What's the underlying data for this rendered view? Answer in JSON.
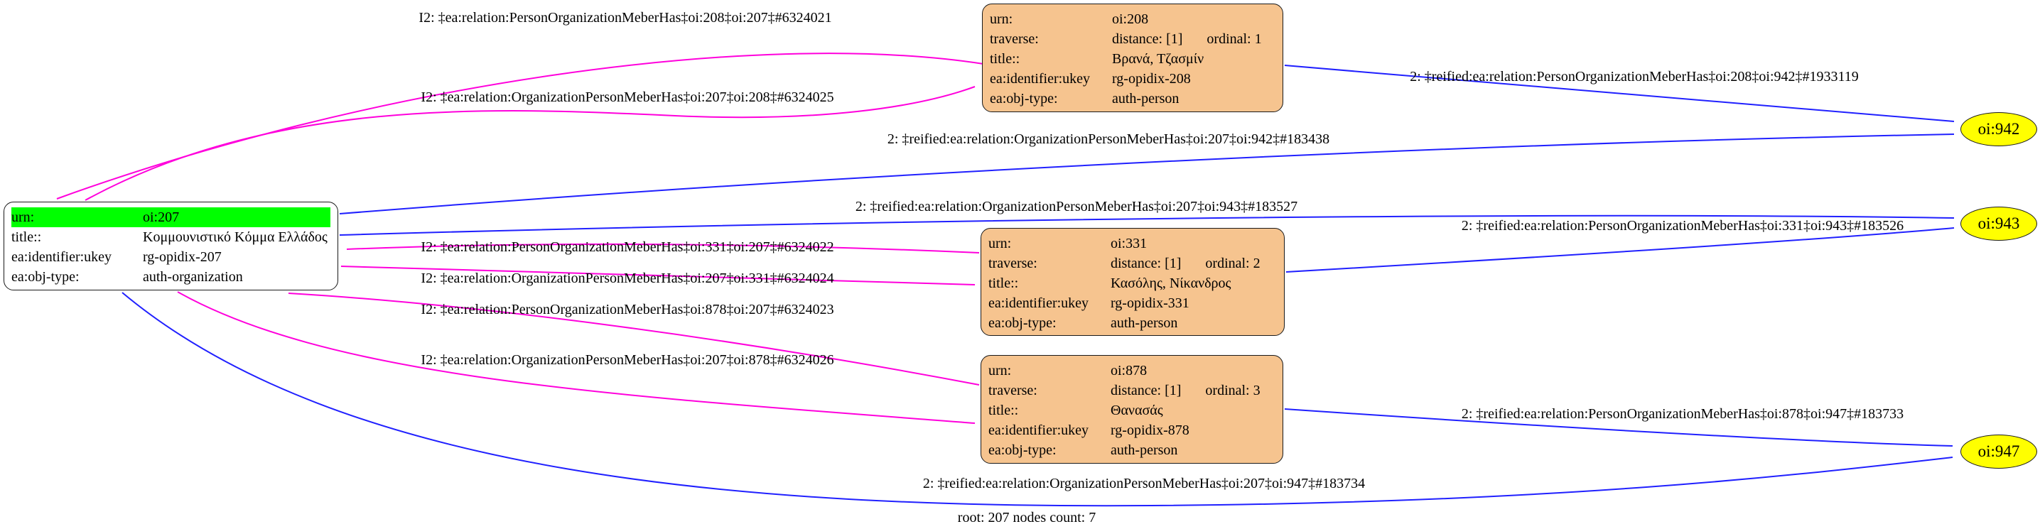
{
  "graph": {
    "root_label": "root: 207 nodes count: 7"
  },
  "colors": {
    "highlight_green": "#00ff00",
    "person_fill": "#f6c48f",
    "ellipse_fill": "#ffff00",
    "magenta_edge": "#ff00dc",
    "blue_edge": "#2020ff",
    "node_border": "#1a1a1a"
  },
  "org_node": {
    "rows": [
      {
        "label": "urn:",
        "value": "oi:207"
      },
      {
        "label": "title::",
        "value": "Κομμουνιστικό Κόμμα Ελλάδος"
      },
      {
        "label": "ea:identifier:ukey",
        "value": "rg-opidix-207"
      },
      {
        "label": "ea:obj-type:",
        "value": "auth-organization"
      }
    ]
  },
  "person_nodes": [
    {
      "urn_label": "urn:",
      "urn": "oi:208",
      "traverse_label": "traverse:",
      "distance": "distance: [1]",
      "ordinal": "ordinal: 1",
      "title_label": "title::",
      "title": "Βρανά, Τζασμίν",
      "ukey_label": "ea:identifier:ukey",
      "ukey": "rg-opidix-208",
      "objtype_label": "ea:obj-type:",
      "objtype": "auth-person"
    },
    {
      "urn_label": "urn:",
      "urn": "oi:331",
      "traverse_label": "traverse:",
      "distance": "distance: [1]",
      "ordinal": "ordinal: 2",
      "title_label": "title::",
      "title": "Κασόλης, Νίκανδρος",
      "ukey_label": "ea:identifier:ukey",
      "ukey": "rg-opidix-331",
      "objtype_label": "ea:obj-type:",
      "objtype": "auth-person"
    },
    {
      "urn_label": "urn:",
      "urn": "oi:878",
      "traverse_label": "traverse:",
      "distance": "distance: [1]",
      "ordinal": "ordinal: 3",
      "title_label": "title::",
      "title": "Θανασάς",
      "ukey_label": "ea:identifier:ukey",
      "ukey": "rg-opidix-878",
      "objtype_label": "ea:obj-type:",
      "objtype": "auth-person"
    }
  ],
  "ellipse_nodes": [
    {
      "label": "oi:942"
    },
    {
      "label": "oi:943"
    },
    {
      "label": "oi:947"
    }
  ],
  "edge_labels": {
    "e1": "I2: ‡ea:relation:PersonOrganizationMeberHas‡oi:208‡oi:207‡#6324021",
    "e2": "I2: ‡ea:relation:OrganizationPersonMeberHas‡oi:207‡oi:208‡#6324025",
    "e3": "2: ‡reified:ea:relation:PersonOrganizationMeberHas‡oi:208‡oi:942‡#1933119",
    "e4": "2: ‡reified:ea:relation:OrganizationPersonMeberHas‡oi:207‡oi:942‡#183438",
    "e5": "2: ‡reified:ea:relation:OrganizationPersonMeberHas‡oi:207‡oi:943‡#183527",
    "e6": "2: ‡reified:ea:relation:PersonOrganizationMeberHas‡oi:331‡oi:943‡#183526",
    "e7": "I2: ‡ea:relation:PersonOrganizationMeberHas‡oi:331‡oi:207‡#6324022",
    "e8": "I2: ‡ea:relation:OrganizationPersonMeberHas‡oi:207‡oi:331‡#6324024",
    "e9": "I2: ‡ea:relation:PersonOrganizationMeberHas‡oi:878‡oi:207‡#6324023",
    "e10": "I2: ‡ea:relation:OrganizationPersonMeberHas‡oi:207‡oi:878‡#6324026",
    "e11": "2: ‡reified:ea:relation:PersonOrganizationMeberHas‡oi:878‡oi:947‡#183733",
    "e12": "2: ‡reified:ea:relation:OrganizationPersonMeberHas‡oi:207‡oi:947‡#183734"
  }
}
